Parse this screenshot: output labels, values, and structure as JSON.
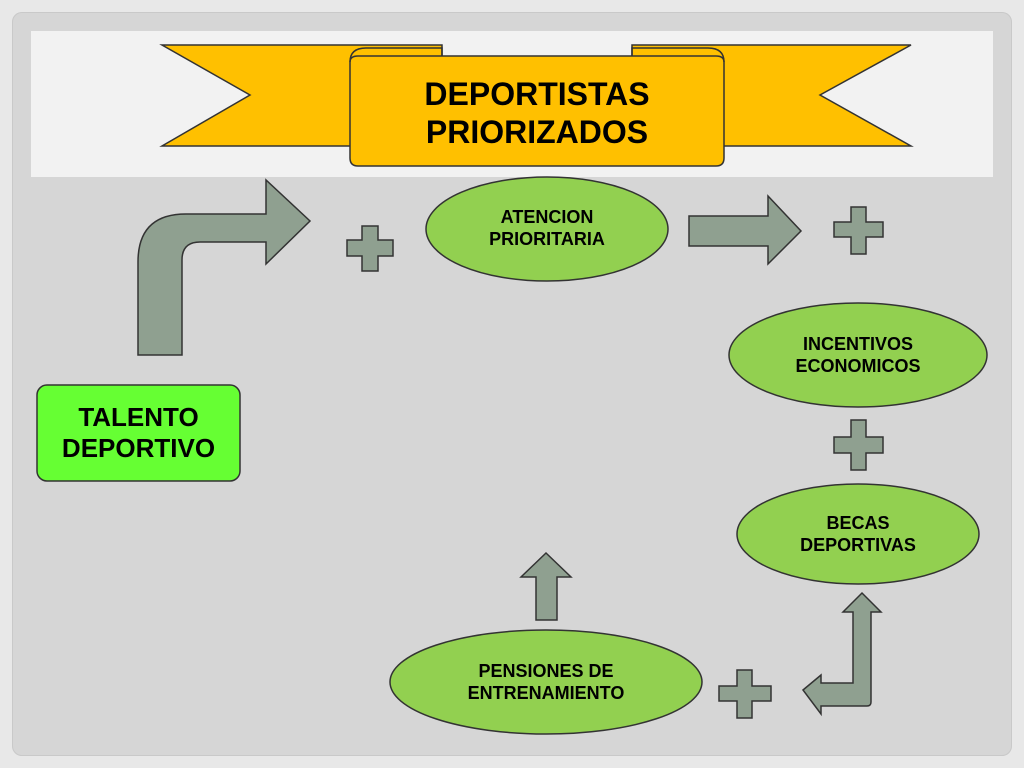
{
  "title": {
    "line1": "DEPORTISTAS",
    "line2": "PRIORIZADOS"
  },
  "talento": {
    "line1": "TALENTO",
    "line2": "DEPORTIVO"
  },
  "nodes": {
    "atencion": {
      "line1": "ATENCION",
      "line2": "PRIORITARIA"
    },
    "incentivos": {
      "line1": "INCENTIVOS",
      "line2": "ECONOMICOS"
    },
    "becas": {
      "line1": "BECAS",
      "line2": "DEPORTIVAS"
    },
    "pensiones": {
      "line1": "PENSIONES DE",
      "line2": "ENTRENAMIENTO"
    }
  },
  "colors": {
    "ribbon": "#ffc000",
    "oval_fill": "#92d050",
    "box_fill": "#66ff33",
    "arrow_fill": "#8fa090",
    "outline": "#333333"
  },
  "icons": [
    "plus-icon",
    "arrow-right-icon",
    "arrow-up-icon",
    "bent-arrow-icon"
  ]
}
